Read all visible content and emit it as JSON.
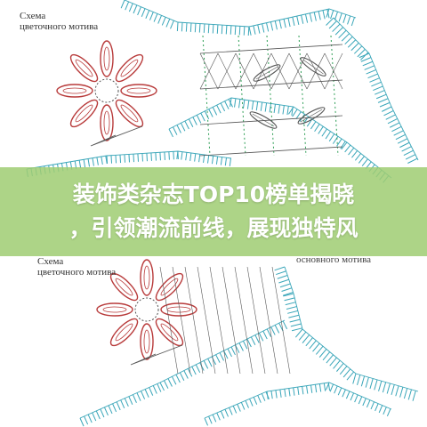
{
  "headline": {
    "line1": "装饰类杂志TOP10榜单揭晓",
    "line2": "，引领潮流前线，展现独特风"
  },
  "diagram": {
    "labels": {
      "scheme_top_line1": "Схема",
      "scheme_top_line2": "цветочного мотива",
      "scheme_mid_line1": "Схема",
      "scheme_mid_line2": "цветочного мотива",
      "main_motif": "основного мотива"
    }
  },
  "colors": {
    "banner": "#a0cd73",
    "petal_red": "#b83a3a",
    "stitch_teal": "#3aa6b9",
    "stitch_green": "#2e9e55",
    "stitch_dark": "#555555",
    "label_text": "#333333"
  }
}
